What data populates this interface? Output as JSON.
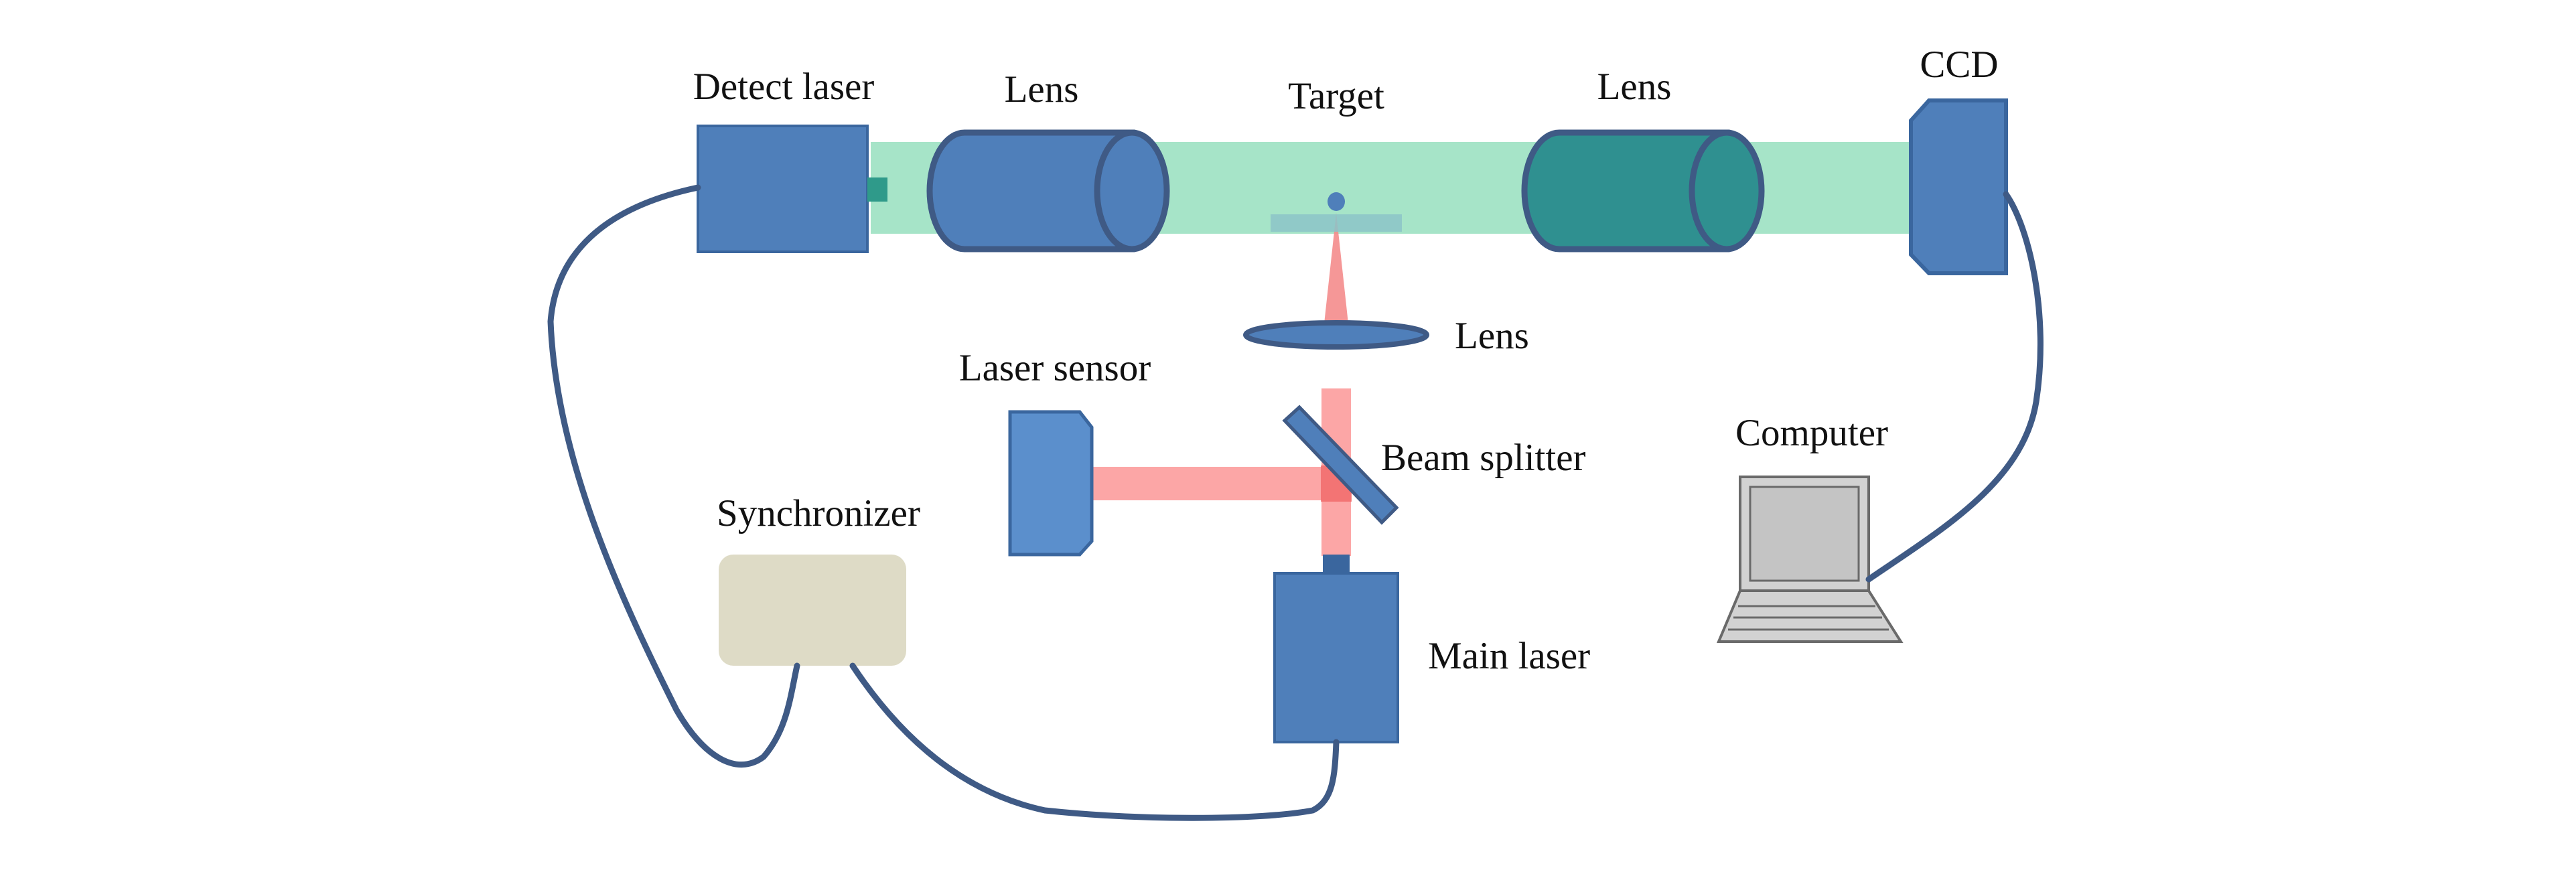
{
  "labels": {
    "detect_laser": "Detect laser",
    "lens_left": "Lens",
    "target": "Target",
    "lens_right": "Lens",
    "ccd": "CCD",
    "lens_focus": "Lens",
    "laser_sensor": "Laser sensor",
    "beam_splitter": "Beam splitter",
    "computer": "Computer",
    "synchronizer": "Synchronizer",
    "main_laser": "Main laser"
  },
  "colors": {
    "device_blue": "#4f7fba",
    "device_stroke": "#3a669e",
    "lens_teal": "#2f9090",
    "probe_beam_green": "#a6e4c8",
    "pump_beam_red": "#fca6a6",
    "synchronizer_fill": "#dedbc6",
    "cable": "#3f5a85",
    "computer_gray": "#c8c8c8"
  }
}
